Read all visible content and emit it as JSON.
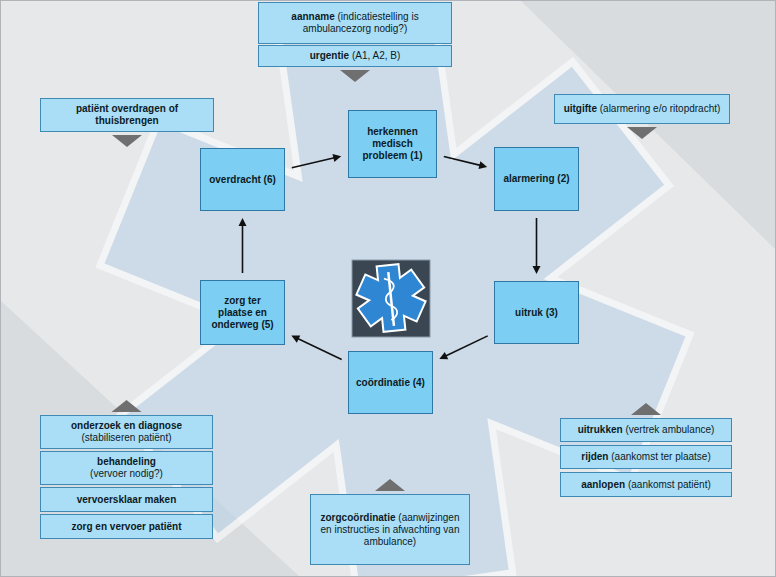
{
  "diagram": {
    "nodes": [
      {
        "text": [
          "aanname",
          "(indicatiestelling is ambulancezorg nodig?)"
        ]
      },
      {
        "text": [
          "urgentie",
          "(A1, A2, B)"
        ]
      },
      {
        "text": [
          "patiënt overdragen of thuisbrengen"
        ]
      },
      {
        "text": [
          "uitgifte",
          "(alarmering e/o ritopdracht)"
        ]
      },
      {
        "text": [
          "herkennen medisch probleem (1)"
        ]
      },
      {
        "text": [
          "overdracht (6)"
        ]
      },
      {
        "text": [
          "alarmering (2)"
        ]
      },
      {
        "text": [
          "zorg ter plaatse en onderweg (5)"
        ]
      },
      {
        "text": [
          "uitruk (3)"
        ]
      },
      {
        "text": [
          "coördinatie (4)"
        ]
      },
      {
        "text": [
          "onderzoek en diagnose",
          "(stabiliseren patiënt)"
        ]
      },
      {
        "text": [
          "behandeling",
          "(vervoer nodig?)"
        ]
      },
      {
        "text": [
          "vervoersklaar maken"
        ]
      },
      {
        "text": [
          "zorg en vervoer patiënt"
        ]
      },
      {
        "text": [
          "zorgcoördinatie",
          "(aanwijzingen en instructies in afwachting van ambulance)"
        ]
      },
      {
        "text": [
          "uitrukken",
          "(vertrek ambulance)"
        ]
      },
      {
        "text": [
          "rijden",
          "(aankomst ter plaatse)"
        ]
      },
      {
        "text": [
          "aanlopen",
          "(aankomst patiënt)"
        ]
      }
    ],
    "edges": [
      {
        "from": 4,
        "to": 6,
        "arrow": "to"
      },
      {
        "from": 6,
        "to": 8,
        "arrow": "to"
      },
      {
        "from": 8,
        "to": 9,
        "arrow": "to"
      },
      {
        "from": 9,
        "to": 7,
        "arrow": "to"
      },
      {
        "from": 7,
        "to": 5,
        "arrow": "to"
      },
      {
        "from": 5,
        "to": 4,
        "arrow": "to"
      },
      {
        "from": 1,
        "to": 4,
        "arrow": "to"
      },
      {
        "from": 2,
        "to": 5,
        "arrow": "to"
      },
      {
        "from": 3,
        "to": 6,
        "arrow": "to"
      },
      {
        "from": 10,
        "to": 7,
        "arrow": "to"
      },
      {
        "from": 14,
        "to": 9,
        "arrow": "to"
      },
      {
        "from": 15,
        "to": 8,
        "arrow": "to"
      }
    ]
  }
}
